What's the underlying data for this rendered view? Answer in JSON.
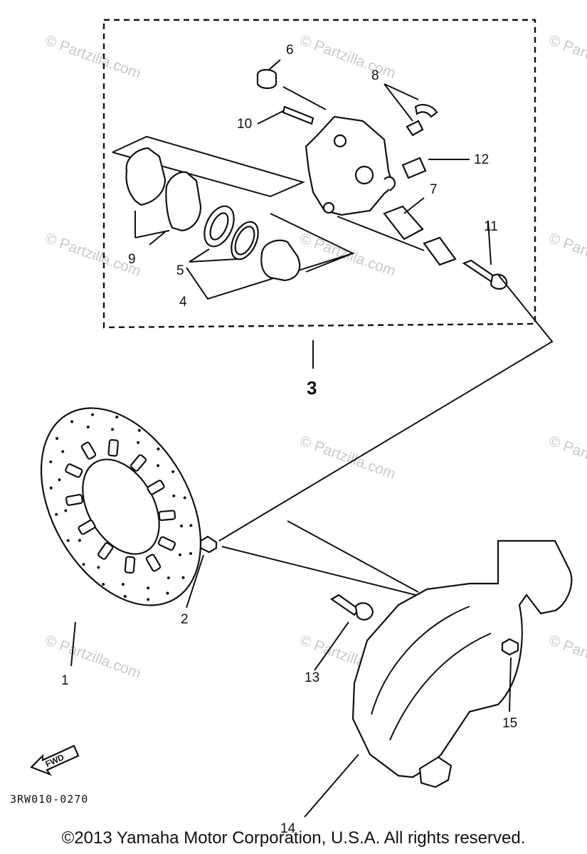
{
  "watermark": "© Partzilla.com",
  "assembly_label": "3",
  "callouts": {
    "c1": "1",
    "c2": "2",
    "c4": "4",
    "c5": "5",
    "c6": "6",
    "c7": "7",
    "c8": "8",
    "c9": "9",
    "c10": "10",
    "c11": "11",
    "c12": "12",
    "c13": "13",
    "c14": "14",
    "c15": "15"
  },
  "fwd_label": "FWD",
  "diagram_code": "3RW010-0270",
  "copyright": "©2013  Yamaha Motor Corporation, U.S.A. All rights reserved."
}
